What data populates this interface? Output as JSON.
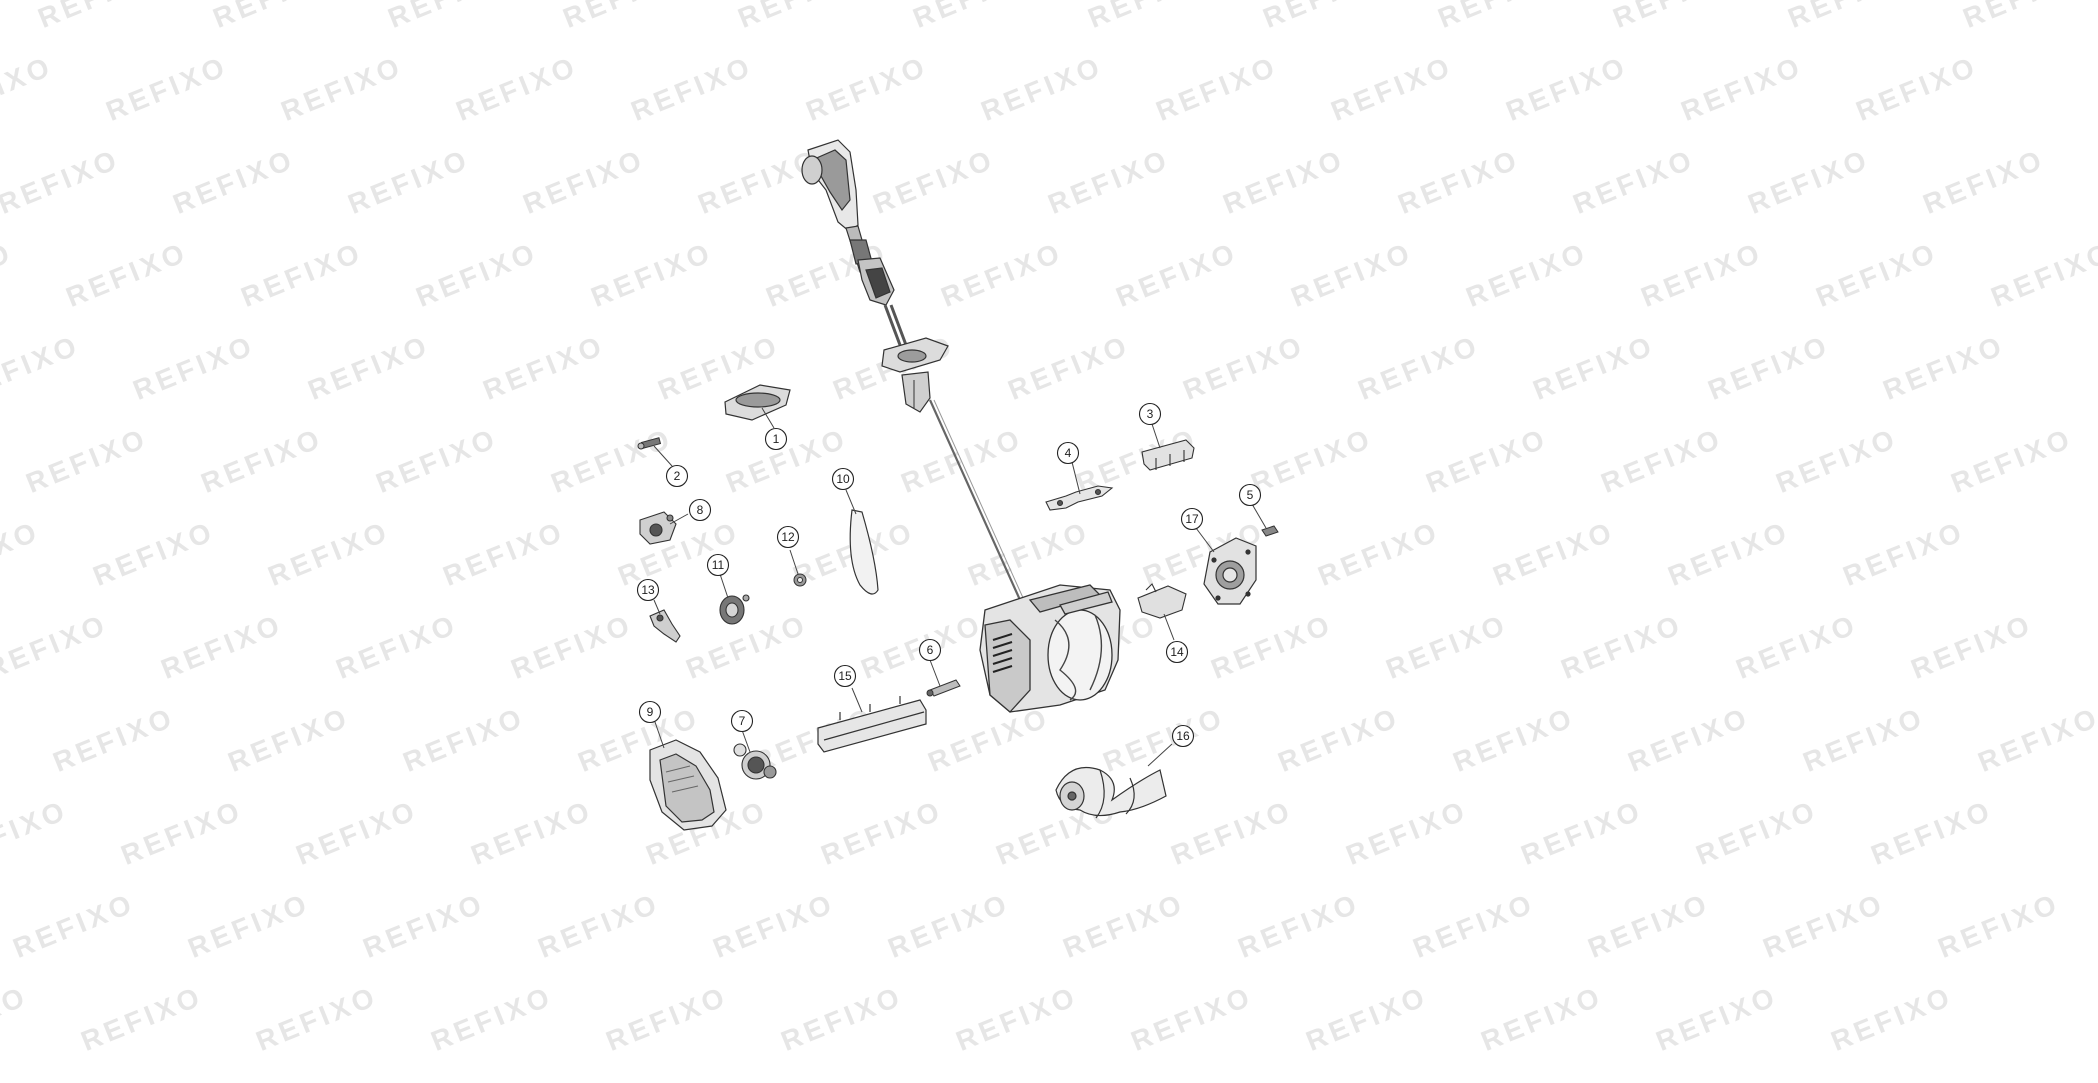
{
  "watermark": {
    "text": "REFIXO",
    "color": "#e6e6e6"
  },
  "diagram": {
    "line_color": "#333333",
    "fill_light": "#d9d9d9",
    "fill_dark": "#555555",
    "callouts": [
      {
        "key": "1",
        "label": "1"
      },
      {
        "key": "2",
        "label": "2"
      },
      {
        "key": "3",
        "label": "3"
      },
      {
        "key": "4",
        "label": "4"
      },
      {
        "key": "5",
        "label": "5"
      },
      {
        "key": "6",
        "label": "6"
      },
      {
        "key": "7",
        "label": "7"
      },
      {
        "key": "8",
        "label": "8"
      },
      {
        "key": "9",
        "label": "9"
      },
      {
        "key": "10",
        "label": "10"
      },
      {
        "key": "11",
        "label": "11"
      },
      {
        "key": "12",
        "label": "12"
      },
      {
        "key": "13",
        "label": "13"
      },
      {
        "key": "14",
        "label": "14"
      },
      {
        "key": "15",
        "label": "15"
      },
      {
        "key": "16",
        "label": "16"
      },
      {
        "key": "17",
        "label": "17"
      }
    ]
  }
}
